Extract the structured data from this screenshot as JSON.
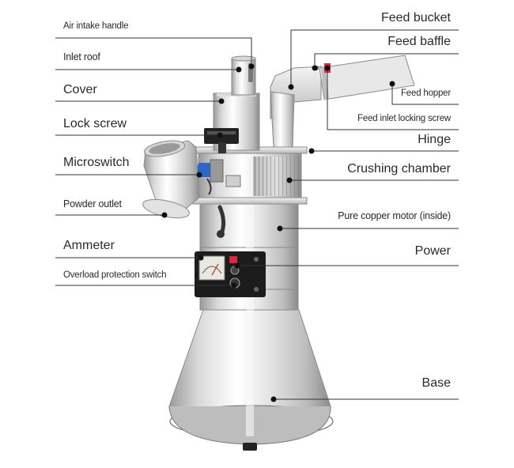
{
  "labels": {
    "air_intake_handle": "Air intake handle",
    "inlet_roof": "Inlet roof",
    "cover": "Cover",
    "lock_screw": "Lock screw",
    "microswitch": "Microswitch",
    "powder_outlet": "Powder outlet",
    "ammeter": "Ammeter",
    "overload_protection_switch": "Overload protection switch",
    "feed_bucket": "Feed bucket",
    "feed_baffle": "Feed baffle",
    "feed_hopper": "Feed hopper",
    "feed_inlet_locking_screw": "Feed inlet locking screw",
    "hinge": "Hinge",
    "crushing_chamber": "Crushing chamber",
    "pure_copper_motor": "Pure copper motor (inside)",
    "power": "Power",
    "base": "Base"
  },
  "colors": {
    "steel_light": "#eeeeee",
    "steel_mid": "#c4c4c4",
    "steel_dark": "#8a8a8a",
    "leader_line": "#333333",
    "dot": "#111111",
    "switch_red": "#d8283a",
    "switch_blue": "#2c66c8",
    "panel": "#1c1c1c"
  }
}
